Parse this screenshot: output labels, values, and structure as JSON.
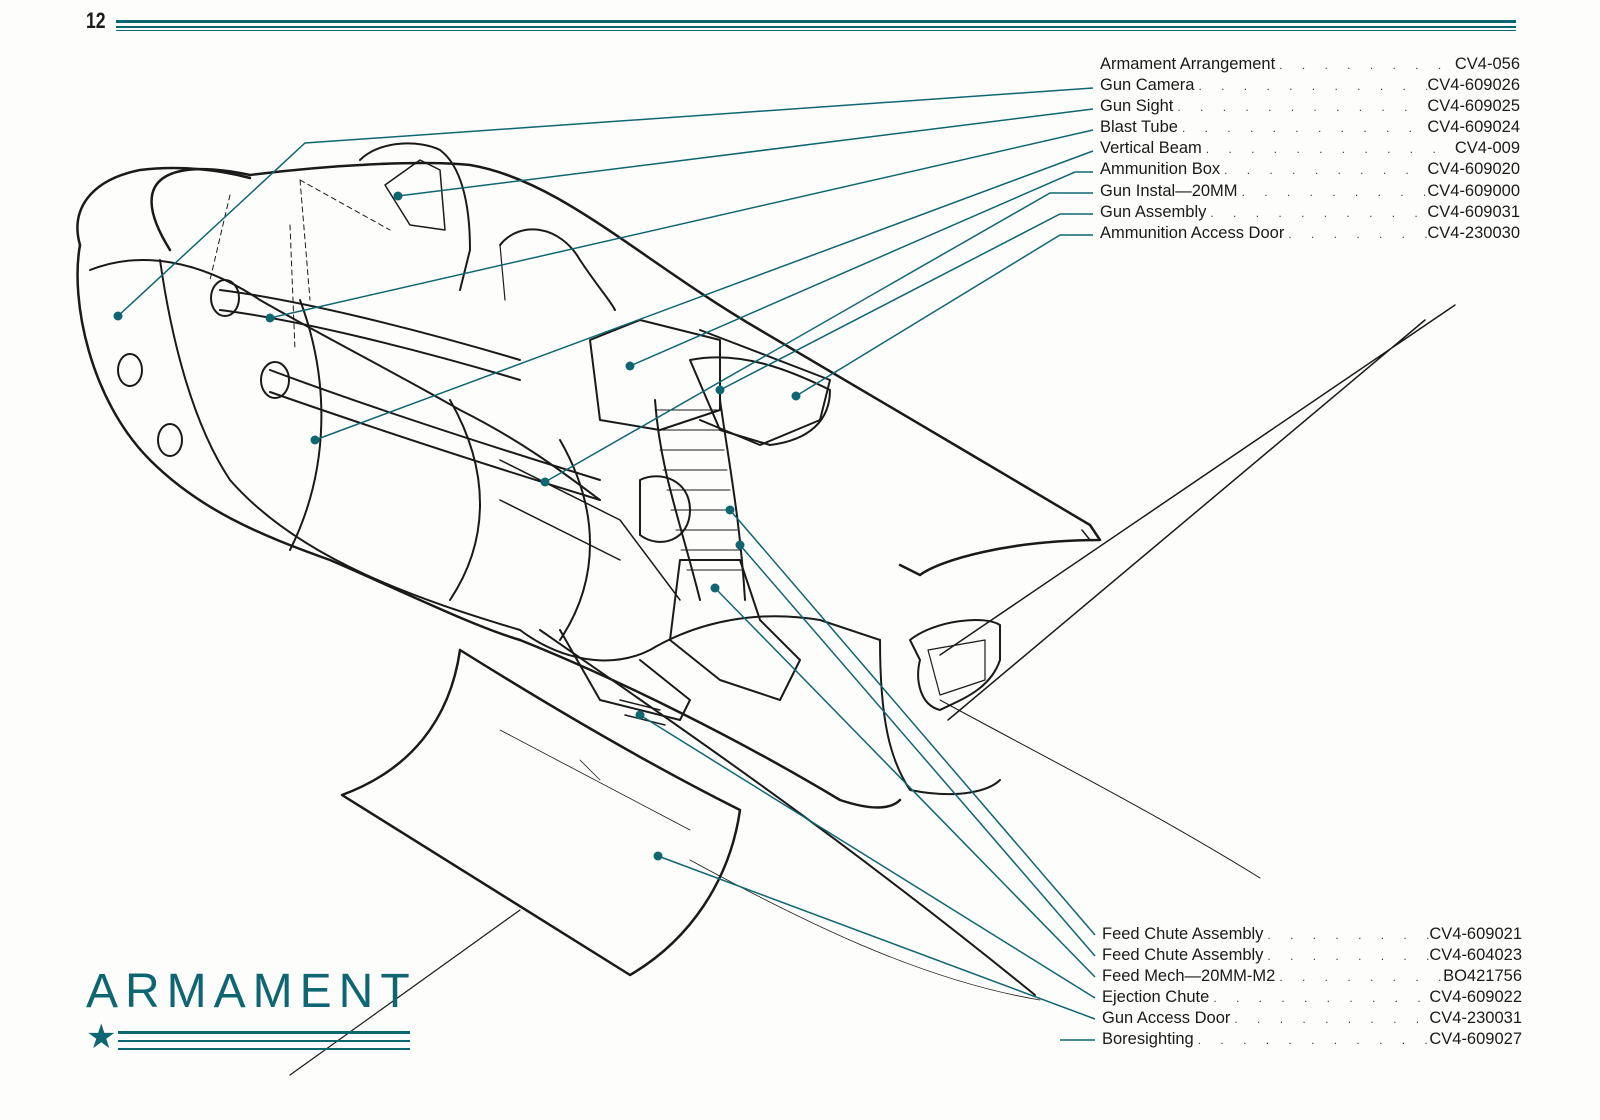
{
  "page": {
    "number": "12",
    "title": "ARMAMENT"
  },
  "colors": {
    "accent": "#0f6673",
    "ink": "#1a1a1a",
    "paper": "#fdfdfb"
  },
  "parts_top": [
    {
      "name": "Armament Arrangement",
      "number": "CV4-056"
    },
    {
      "name": "Gun Camera",
      "number": "CV4-609026"
    },
    {
      "name": "Gun Sight",
      "number": "CV4-609025"
    },
    {
      "name": "Blast Tube",
      "number": "CV4-609024"
    },
    {
      "name": "Vertical Beam",
      "number": "CV4-009"
    },
    {
      "name": "Ammunition Box",
      "number": "CV4-609020"
    },
    {
      "name": "Gun Instal—20MM",
      "number": "CV4-609000"
    },
    {
      "name": "Gun Assembly",
      "number": "CV4-609031"
    },
    {
      "name": "Ammunition Access Door",
      "number": "CV4-230030"
    }
  ],
  "parts_bottom": [
    {
      "name": "Feed Chute Assembly",
      "number": "CV4-609021"
    },
    {
      "name": "Feed Chute Assembly",
      "number": "CV4-604023"
    },
    {
      "name": "Feed Mech—20MM-M2",
      "number": "BO421756"
    },
    {
      "name": "Ejection Chute",
      "number": "CV4-609022"
    },
    {
      "name": "Gun Access Door",
      "number": "CV4-230031"
    },
    {
      "name": "Boresighting",
      "number": "CV4-609027"
    }
  ],
  "icons": {
    "title_mark": "star-icon"
  }
}
